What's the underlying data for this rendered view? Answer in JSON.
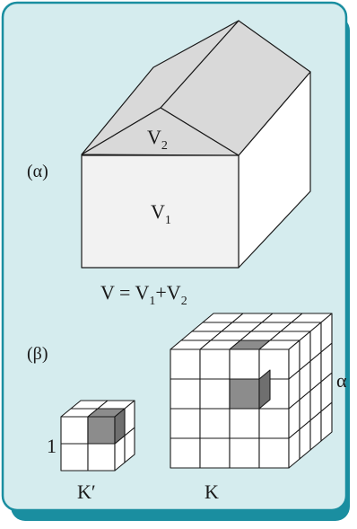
{
  "colors": {
    "panel_bg": "#d5ecee",
    "panel_border": "#1a8ea0",
    "shadow": "#1a8ea0",
    "wall_front": "#f2f2f2",
    "wall_side": "#ffffff",
    "roof": "#d9d9d9",
    "dark_cube": "#8c8c8c",
    "stroke": "#1a1a1a"
  },
  "figure_a": {
    "label": "(α)",
    "v2_main": "V",
    "v2_sub": "2",
    "v1_main": "V",
    "v1_sub": "1",
    "formula": {
      "lhs": "V = V",
      "s1": "1",
      "plus": "+V",
      "s2": "2"
    }
  },
  "figure_b": {
    "label": "(β)",
    "small_cube_label": "K′",
    "small_edge_label": "1",
    "large_cube_label": "K",
    "large_edge_label": "α"
  }
}
